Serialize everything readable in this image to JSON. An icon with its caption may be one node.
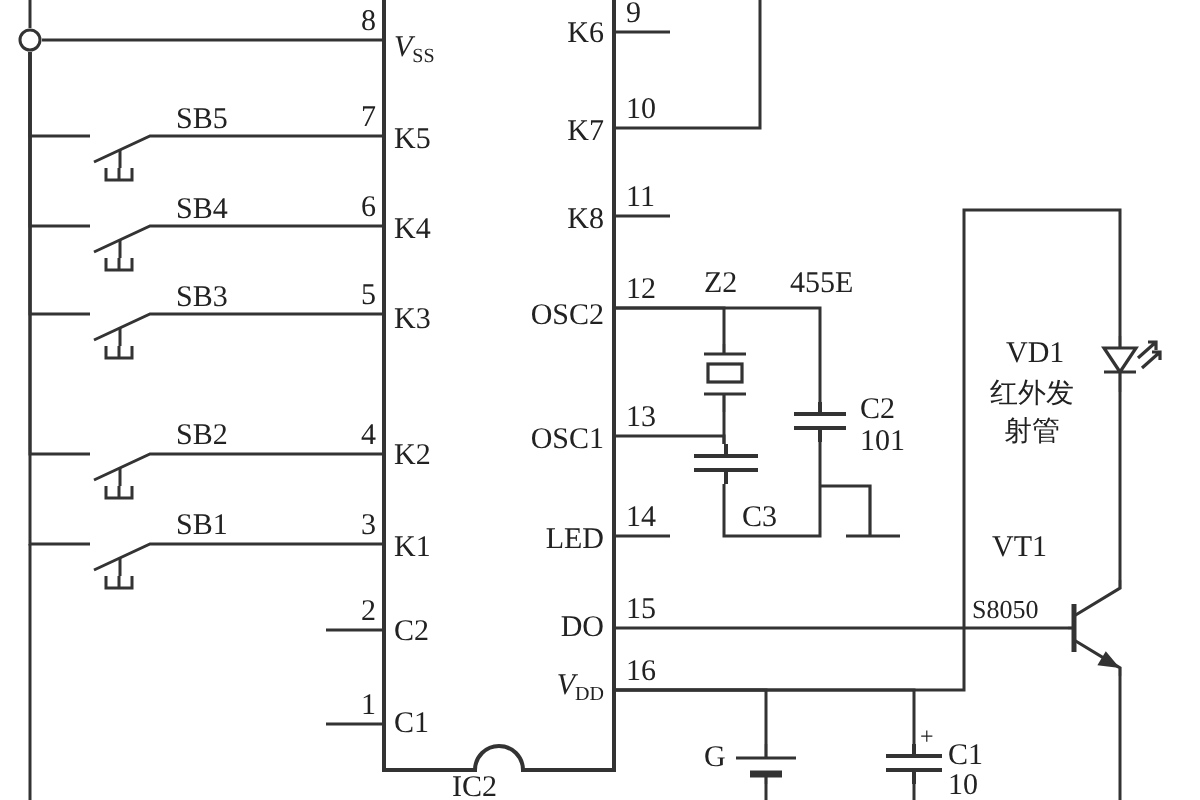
{
  "diagram": {
    "nodes": [
      {
        "text": [
          "*V*$_{SS}$",
          "K5",
          "K4",
          "K3",
          "K2",
          "K1",
          "C2",
          "C1",
          "K6",
          "K7",
          "K8",
          "OSC2",
          "OSC1",
          "LED",
          "DO",
          "*V*$_{DD}$"
        ]
      },
      {
        "text": [],
        "shape": "circle"
      },
      {
        "text": [],
        "shape": "switch"
      },
      {
        "text": [],
        "shape": "switch"
      },
      {
        "text": [],
        "shape": "switch"
      },
      {
        "text": [],
        "shape": "switch"
      },
      {
        "text": [],
        "shape": "switch"
      },
      {
        "text": [],
        "shape": "crystal"
      },
      {
        "text": [],
        "shape": "capacitor"
      },
      {
        "text": [],
        "shape": "capacitor"
      },
      {
        "text": [],
        "shape": "diode"
      },
      {
        "text": [],
        "shape": "transistor"
      },
      {
        "text": [],
        "shape": "battery"
      },
      {
        "text": [],
        "shape": "capacitor"
      }
    ],
    "edges": [
      {
        "from": 2,
        "to": 0,
        "arrow": "none"
      },
      {
        "from": 3,
        "to": 0,
        "arrow": "none"
      },
      {
        "from": 4,
        "to": 0,
        "arrow": "none"
      },
      {
        "from": 5,
        "to": 0,
        "arrow": "none"
      },
      {
        "from": 6,
        "to": 0,
        "arrow": "none"
      },
      {
        "from": 1,
        "to": 2,
        "arrow": "none"
      },
      {
        "from": 1,
        "to": 3,
        "arrow": "none"
      },
      {
        "from": 1,
        "to": 4,
        "arrow": "none"
      },
      {
        "from": 1,
        "to": 5,
        "arrow": "none"
      },
      {
        "from": 1,
        "to": 6,
        "arrow": "none"
      },
      {
        "from": 1,
        "to": 0,
        "arrow": "none"
      },
      {
        "from": 7,
        "to": 0,
        "arrow": "none"
      },
      {
        "from": 7,
        "to": 8,
        "arrow": "none"
      },
      {
        "from": 8,
        "to": 0,
        "arrow": "none"
      },
      {
        "from": 8,
        "to": 9,
        "arrow": "none"
      },
      {
        "from": 9,
        "to": 0,
        "arrow": "none"
      },
      {
        "from": 10,
        "to": 11,
        "arrow": "none"
      },
      {
        "from": 11,
        "to": 0,
        "arrow": "none"
      },
      {
        "from": 10,
        "to": 0,
        "arrow": "none"
      },
      {
        "from": 12,
        "to": 0,
        "arrow": "none"
      },
      {
        "from": 13,
        "to": 0,
        "arrow": "none"
      }
    ],
    "labels": [
      "8",
      "7",
      "6",
      "5",
      "4",
      "3",
      "2",
      "1",
      "9",
      "10",
      "11",
      "12",
      "13",
      "14",
      "15",
      "16",
      "SB5",
      "SB4",
      "SB3",
      "SB2",
      "SB1",
      "Z2",
      "455E",
      "C2",
      "101",
      "VD1",
      "红外发射管",
      "C3",
      "VT1",
      "S8050",
      "G",
      "+",
      "C1",
      "10",
      "IC2"
    ]
  }
}
